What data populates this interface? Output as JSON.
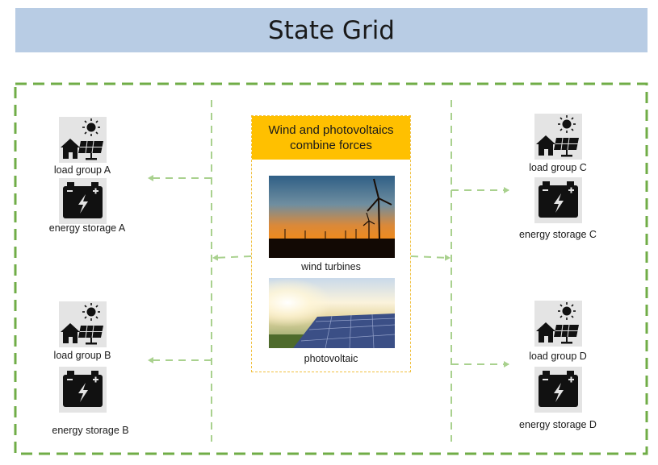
{
  "title": "State Grid",
  "center": {
    "header": "Wind and photovoltaics combine forces",
    "wind_label": "wind turbines",
    "pv_label": "photovoltaic"
  },
  "groups": {
    "a": {
      "load": "load group A",
      "storage": "energy storage A"
    },
    "b": {
      "load": "load group B",
      "storage": "energy storage B"
    },
    "c": {
      "load": "load group C",
      "storage": "energy storage C"
    },
    "d": {
      "load": "load group D",
      "storage": "energy storage D"
    }
  },
  "colors": {
    "banner": "#b8cce4",
    "dashed_border": "#70ad47",
    "arrow": "#a9d18e",
    "center_header": "#ffc000"
  },
  "icons": [
    "house-solar-icon",
    "battery-icon"
  ]
}
